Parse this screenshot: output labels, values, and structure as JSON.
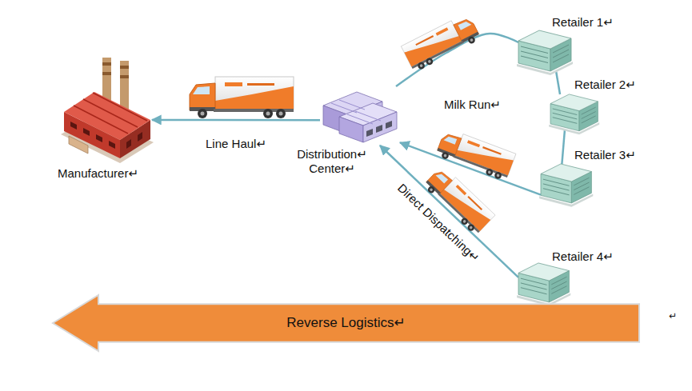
{
  "diagram": {
    "nodes": [
      {
        "text": [
          "Manufacturer↵"
        ]
      },
      {
        "text": [
          "Distribution↵ Center↵"
        ]
      },
      {
        "text": [
          "Retailer 1↵"
        ]
      },
      {
        "text": [
          "Retailer 2↵"
        ]
      },
      {
        "text": [
          "Retailer 3↵"
        ]
      },
      {
        "text": [
          "Retailer 4↵"
        ]
      },
      {
        "text": [
          "Reverse Logistics↵"
        ]
      }
    ],
    "edges": [
      {
        "from": 1,
        "to": 0,
        "label": "Line Haul↵",
        "arrow": "to"
      },
      {
        "from": 1,
        "to": 2,
        "arrow": "none"
      },
      {
        "from": 2,
        "to": 3,
        "arrow": "none"
      },
      {
        "from": 3,
        "to": 4,
        "arrow": "none"
      },
      {
        "from": 4,
        "to": 1,
        "arrow": "to"
      },
      {
        "from": 5,
        "to": 1,
        "label": "Direct Dispatching↵",
        "arrow": "to"
      }
    ],
    "labels": [
      "Milk Run↵",
      "↵"
    ]
  }
}
